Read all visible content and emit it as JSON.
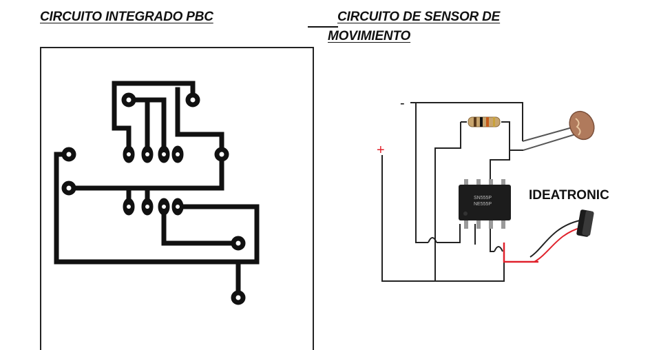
{
  "left_panel": {
    "title": "CIRCUITO INTEGRADO PBC"
  },
  "right_panel": {
    "title_line1": "CIRCUITO DE SENSOR DE",
    "title_line2": "MOVIMIENTO",
    "brand_label": "IDEATRONIC",
    "minus_sign": "-",
    "plus_sign": "+",
    "chip_text_line1": "SN555P",
    "chip_text_line2": "NE555P"
  },
  "colors": {
    "trace": "#111111",
    "wire": "#222222",
    "positive": "#e0212b",
    "resistor_body": "#c8a56e",
    "chip": "#1c1c1c",
    "ldr": "#b07a5c"
  }
}
